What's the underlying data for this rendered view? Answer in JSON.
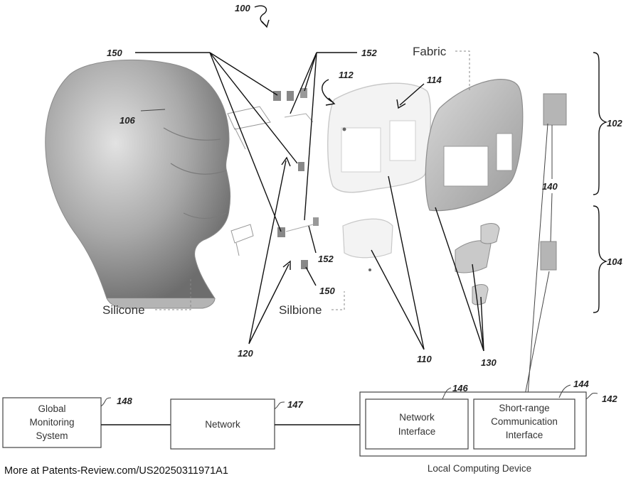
{
  "reference_numerals": {
    "figure": "100",
    "r150_top": "150",
    "r152_top": "152",
    "r112": "112",
    "r114": "114",
    "r106": "106",
    "r102": "102",
    "r140": "140",
    "r104": "104",
    "r152_bottom": "152",
    "r150_bottom": "150",
    "r120": "120",
    "r110": "110",
    "r130": "130",
    "r148": "148",
    "r147": "147",
    "r146": "146",
    "r144": "144",
    "r142": "142"
  },
  "materials": {
    "fabric": "Fabric",
    "silicone": "Silicone",
    "silbione": "Silbione"
  },
  "boxes": {
    "global_monitoring": [
      "Global",
      "Monitoring",
      "System"
    ],
    "network": "Network",
    "network_interface": [
      "Network",
      "Interface"
    ],
    "short_range": [
      "Short-range",
      "Communication",
      "Interface"
    ],
    "local_computing_device": "Local Computing Device"
  },
  "footer": "More at Patents-Review.com/US20250311971A1"
}
